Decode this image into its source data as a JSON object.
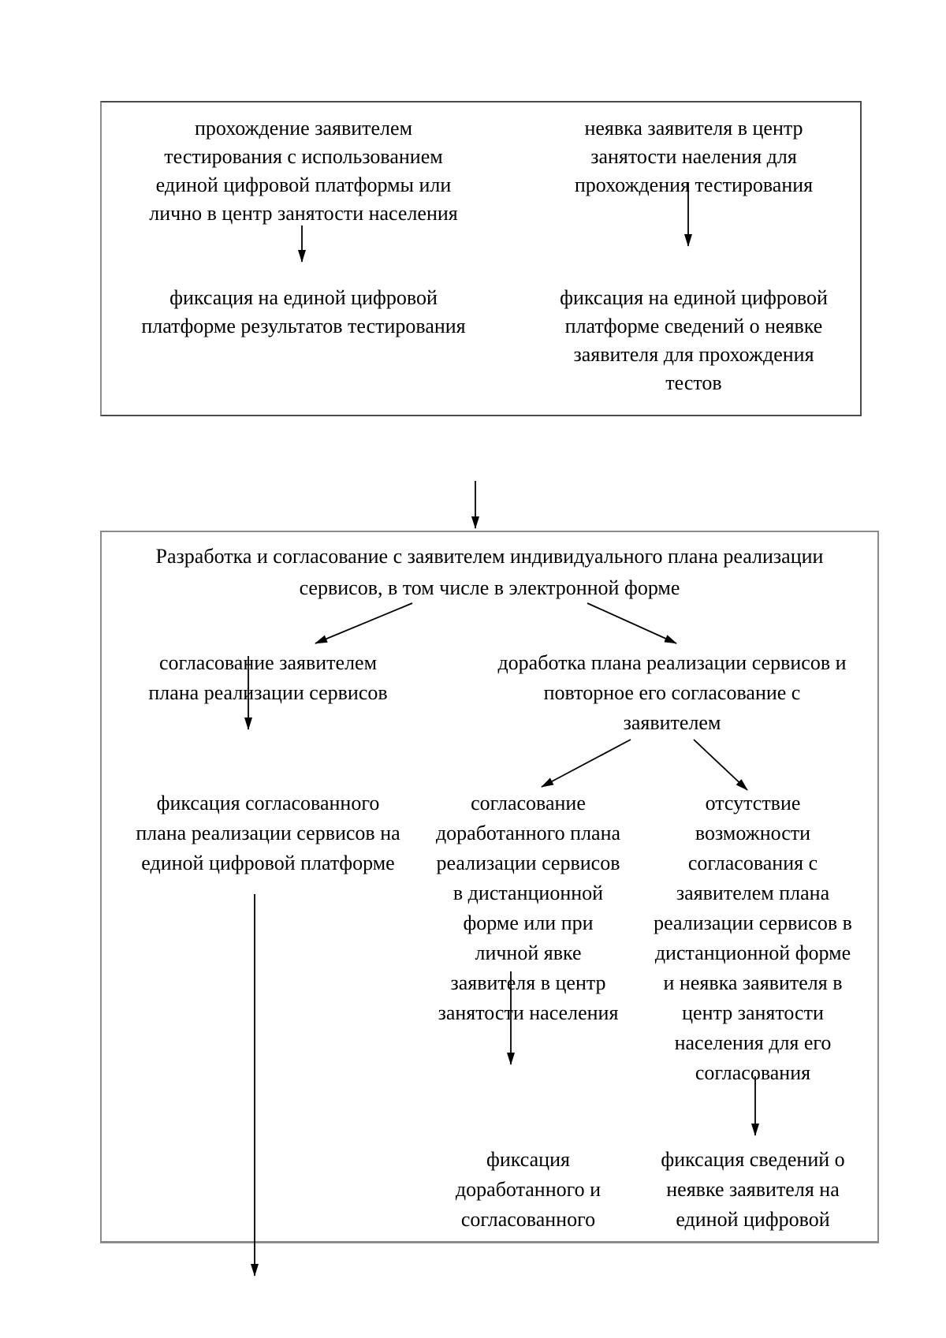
{
  "box1": {
    "left": {
      "top_lines": [
        "прохождение заявителем",
        "тестирования с использованием",
        "единой цифровой платформы или",
        "лично в центр занятости населения"
      ],
      "bottom_lines": [
        "фиксация на единой цифровой",
        "платформе результатов тестирования"
      ]
    },
    "right": {
      "top_lines": [
        "неявка заявителя в центр",
        "занятости наеления для",
        "прохождения тестирования"
      ],
      "bottom_lines": [
        "фиксация на единой цифровой",
        "платформе сведений о неявке",
        "заявителя для прохождения",
        "тестов"
      ]
    }
  },
  "box2": {
    "title_lines": [
      "Разработка и согласование с заявителем индивидуального плана реализации",
      "сервисов, в том числе в электронной форме"
    ],
    "row2": {
      "col1_lines": [
        "согласование заявителем",
        "плана реализации сервисов"
      ],
      "col2_lines": [
        "доработка плана реализации сервисов и",
        "повторное его согласование с",
        "заявителем"
      ]
    },
    "row3": {
      "col1_lines": [
        "фиксация согласованного",
        "плана реализации сервисов на",
        "единой цифровой платформе"
      ],
      "col2_lines": [
        "согласование",
        "доработанного плана",
        "реализации сервисов",
        "в дистанционной",
        "форме или при",
        "личной явке",
        "заявителя в центр",
        "занятости населения"
      ],
      "col3_lines": [
        "отсутствие",
        "возможности",
        "согласования с",
        "заявителем плана",
        "реализации сервисов в",
        "дистанционной форме",
        "и неявка заявителя в",
        "центр занятости",
        "населения для его",
        "согласования"
      ]
    },
    "row4": {
      "col2_lines": [
        "фиксация",
        "доработанного и",
        "согласованного"
      ],
      "col3_lines": [
        "фиксация сведений о",
        "неявке заявителя на",
        "единой цифровой"
      ]
    }
  },
  "colors": {
    "text": "#000000",
    "arrow": "#000000",
    "box1_border": "#4a4a4a",
    "box2_border": "#8a8a8a",
    "background": "#ffffff"
  }
}
